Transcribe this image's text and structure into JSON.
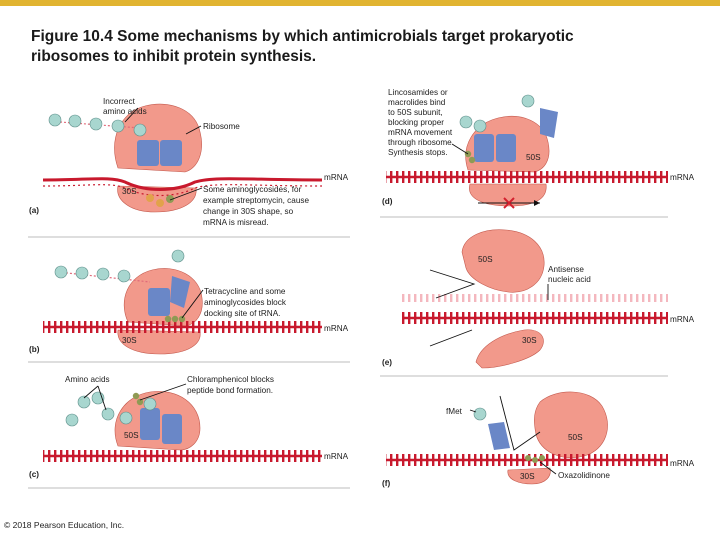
{
  "title": {
    "line1": "Figure 10.4  Some mechanisms by which antimicrobials target prokaryotic",
    "line2": "ribosomes to inhibit protein synthesis."
  },
  "copyright": "© 2018 Pearson Education, Inc.",
  "colors": {
    "top_bar": "#e1b431",
    "ribosome": "#f2998b",
    "ribosome_edge": "#c45a4e",
    "mrna": "#c8192d",
    "trna": "#6a87c7",
    "amino_acid": "#a8d6cf",
    "drug": "#8f9a54",
    "inhibition_mark": "#d3202e"
  },
  "panels": {
    "a": {
      "letter": "(a)",
      "incorrect_amino_acids_l1": "Incorrect",
      "incorrect_amino_acids_l2": "amino acids",
      "ribosome_label": "Ribosome",
      "subunit": "30S",
      "mrna": "mRNA",
      "note": [
        "Some aminoglycosides, for",
        "example streptomycin, cause",
        "change in 30S shape, so",
        "mRNA is misread."
      ]
    },
    "b": {
      "letter": "(b)",
      "subunit": "30S",
      "mrna": "mRNA",
      "note": [
        "Tetracycline and some",
        "aminoglycosides block",
        "docking site of tRNA."
      ]
    },
    "c": {
      "letter": "(c)",
      "amino_acids": "Amino acids",
      "subunit": "50S",
      "mrna": "mRNA",
      "note": [
        "Chloramphenicol blocks",
        "peptide bond formation."
      ]
    },
    "d": {
      "letter": "(d)",
      "subunit": "50S",
      "mrna": "mRNA",
      "note": [
        "Lincosamides or",
        "macrolides bind",
        "to 50S subunit,",
        "blocking proper",
        "mRNA movement",
        "through ribosome.",
        "Synthesis stops."
      ]
    },
    "e": {
      "letter": "(e)",
      "subunit_large": "50S",
      "subunit_small": "30S",
      "mrna": "mRNA",
      "antisense_l1": "Antisense",
      "antisense_l2": "nucleic acid"
    },
    "f": {
      "letter": "(f)",
      "fmet": "fMet",
      "subunit_large": "50S",
      "subunit_small": "30S",
      "mrna": "mRNA",
      "drug": "Oxazolidinone"
    }
  }
}
